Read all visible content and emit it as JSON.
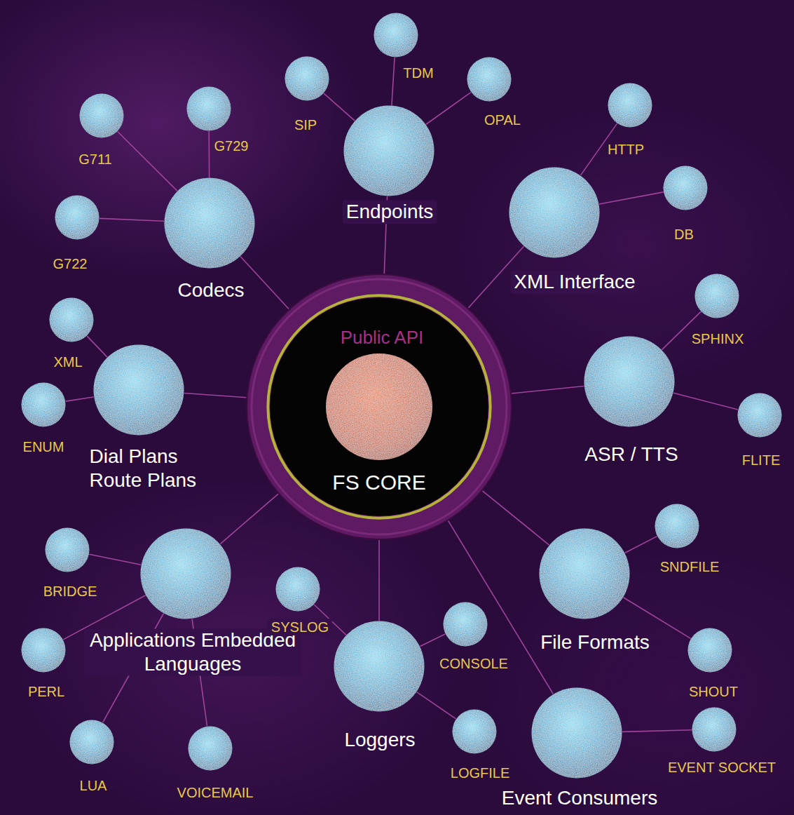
{
  "diagram": {
    "nodes": [
      {
        "text": [
          "Public API",
          "FS CORE"
        ]
      },
      {
        "text": [
          "Endpoints"
        ]
      },
      {
        "text": [
          "SIP"
        ]
      },
      {
        "text": [
          "TDM"
        ]
      },
      {
        "text": [
          "OPAL"
        ]
      },
      {
        "text": [
          "Codecs"
        ]
      },
      {
        "text": [
          "G711"
        ]
      },
      {
        "text": [
          "G729"
        ]
      },
      {
        "text": [
          "G722"
        ]
      },
      {
        "text": [
          "XML Interface"
        ]
      },
      {
        "text": [
          "HTTP"
        ]
      },
      {
        "text": [
          "DB"
        ]
      },
      {
        "text": [
          "Dial Plans Route Plans"
        ]
      },
      {
        "text": [
          "XML"
        ]
      },
      {
        "text": [
          "ENUM"
        ]
      },
      {
        "text": [
          "ASR / TTS"
        ]
      },
      {
        "text": [
          "SPHINX"
        ]
      },
      {
        "text": [
          "FLITE"
        ]
      },
      {
        "text": [
          "Applications Embedded Languages"
        ]
      },
      {
        "text": [
          "BRIDGE"
        ]
      },
      {
        "text": [
          "PERL"
        ]
      },
      {
        "text": [
          "LUA"
        ]
      },
      {
        "text": [
          "VOICEMAIL"
        ]
      },
      {
        "text": [
          "Loggers"
        ]
      },
      {
        "text": [
          "SYSLOG"
        ]
      },
      {
        "text": [
          "CONSOLE"
        ]
      },
      {
        "text": [
          "LOGFILE"
        ]
      },
      {
        "text": [
          "File Formats"
        ]
      },
      {
        "text": [
          "SNDFILE"
        ]
      },
      {
        "text": [
          "SHOUT"
        ]
      },
      {
        "text": [
          "Event Consumers"
        ]
      },
      {
        "text": [
          "EVENT SOCKET"
        ]
      }
    ],
    "edges": [
      {
        "from": 0,
        "to": 1,
        "arrow": "none"
      },
      {
        "from": 0,
        "to": 5,
        "arrow": "none"
      },
      {
        "from": 0,
        "to": 9,
        "arrow": "none"
      },
      {
        "from": 0,
        "to": 12,
        "arrow": "none"
      },
      {
        "from": 0,
        "to": 15,
        "arrow": "none"
      },
      {
        "from": 0,
        "to": 18,
        "arrow": "none"
      },
      {
        "from": 0,
        "to": 23,
        "arrow": "none"
      },
      {
        "from": 0,
        "to": 27,
        "arrow": "none"
      },
      {
        "from": 0,
        "to": 30,
        "arrow": "none"
      },
      {
        "from": 1,
        "to": 2,
        "arrow": "none"
      },
      {
        "from": 1,
        "to": 3,
        "arrow": "none"
      },
      {
        "from": 1,
        "to": 4,
        "arrow": "none"
      },
      {
        "from": 5,
        "to": 6,
        "arrow": "none"
      },
      {
        "from": 5,
        "to": 7,
        "arrow": "none"
      },
      {
        "from": 5,
        "to": 8,
        "arrow": "none"
      },
      {
        "from": 9,
        "to": 10,
        "arrow": "none"
      },
      {
        "from": 9,
        "to": 11,
        "arrow": "none"
      },
      {
        "from": 12,
        "to": 13,
        "arrow": "none"
      },
      {
        "from": 12,
        "to": 14,
        "arrow": "none"
      },
      {
        "from": 15,
        "to": 16,
        "arrow": "none"
      },
      {
        "from": 15,
        "to": 17,
        "arrow": "none"
      },
      {
        "from": 18,
        "to": 19,
        "arrow": "none"
      },
      {
        "from": 18,
        "to": 20,
        "arrow": "none"
      },
      {
        "from": 18,
        "to": 21,
        "arrow": "none"
      },
      {
        "from": 18,
        "to": 22,
        "arrow": "none"
      },
      {
        "from": 23,
        "to": 24,
        "arrow": "none"
      },
      {
        "from": 23,
        "to": 25,
        "arrow": "none"
      },
      {
        "from": 23,
        "to": 26,
        "arrow": "none"
      },
      {
        "from": 27,
        "to": 28,
        "arrow": "none"
      },
      {
        "from": 27,
        "to": 29,
        "arrow": "none"
      },
      {
        "from": 30,
        "to": 31,
        "arrow": "none"
      }
    ]
  }
}
